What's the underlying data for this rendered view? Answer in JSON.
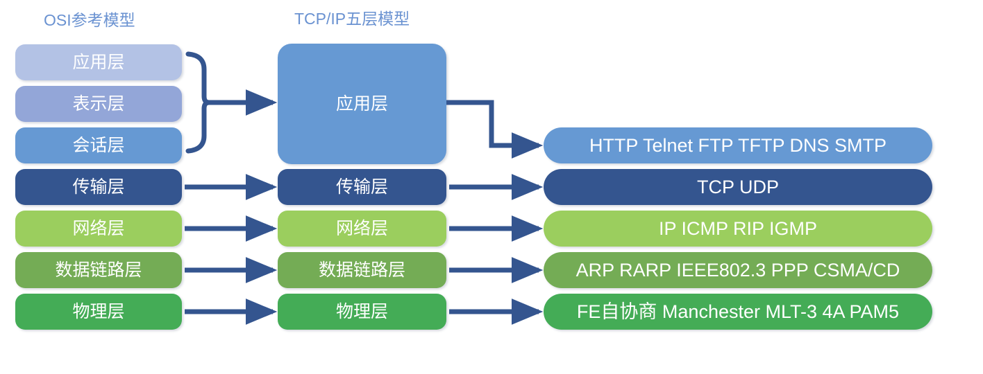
{
  "diagram": {
    "title_osi": "OSI参考模型",
    "title_tcp": "TCP/IP五层模型",
    "accent_color": "#34558F",
    "title_color": "#6A92D1",
    "osi_layers": [
      {
        "label": "应用层",
        "color": "#B3C2E5"
      },
      {
        "label": "表示层",
        "color": "#93A6D8"
      },
      {
        "label": "会话层",
        "color": "#6699D3"
      },
      {
        "label": "传输层",
        "color": "#34558F"
      },
      {
        "label": "网络层",
        "color": "#9BCE5E"
      },
      {
        "label": "数据链路层",
        "color": "#74AC55"
      },
      {
        "label": "物理层",
        "color": "#44AC56"
      }
    ],
    "tcp_layers": [
      {
        "label": "应用层",
        "color": "#6699D3"
      },
      {
        "label": "传输层",
        "color": "#34558F"
      },
      {
        "label": "网络层",
        "color": "#9BCE5E"
      },
      {
        "label": "数据链路层",
        "color": "#74AC55"
      },
      {
        "label": "物理层",
        "color": "#44AC56"
      }
    ],
    "protocol_rows": [
      {
        "label": "HTTP Telnet FTP TFTP DNS SMTP",
        "color": "#6699D3"
      },
      {
        "label": "TCP     UDP",
        "color": "#34558F"
      },
      {
        "label": "IP ICMP RIP IGMP",
        "color": "#9BCE5E"
      },
      {
        "label": "ARP RARP IEEE802.3 PPP CSMA/CD",
        "color": "#74AC55"
      },
      {
        "label": "FE自协商 Manchester MLT-3 4A PAM5",
        "color": "#44AC56"
      }
    ]
  }
}
